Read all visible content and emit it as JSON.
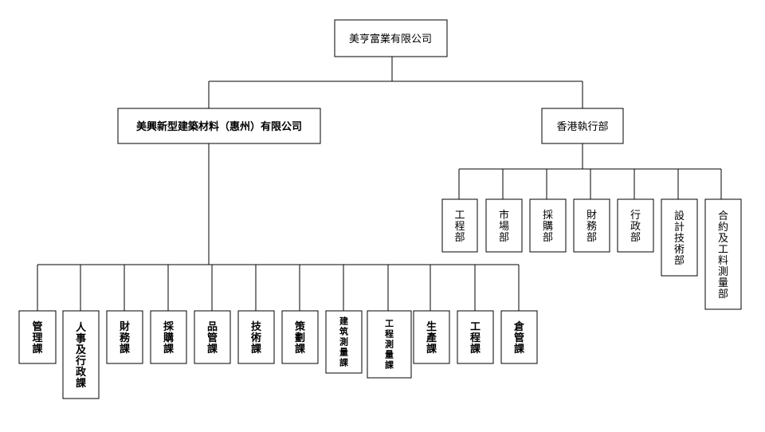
{
  "root": {
    "label": "美亨富業有限公司"
  },
  "left_company": {
    "label": "美興新型建築材料（惠州）有限公司",
    "departments": [
      "管理課",
      "人事及行政課",
      "財務課",
      "採購課",
      "品管課",
      "技術課",
      "策劃課",
      "建筑測量課",
      "工程測量課",
      "生產課",
      "工程課",
      "倉管課"
    ]
  },
  "right_company": {
    "label": "香港執行部",
    "departments": [
      "工程部",
      "市場部",
      "採購部",
      "財務部",
      "行政部",
      "設計技術部",
      "合約及工料測量部"
    ]
  }
}
